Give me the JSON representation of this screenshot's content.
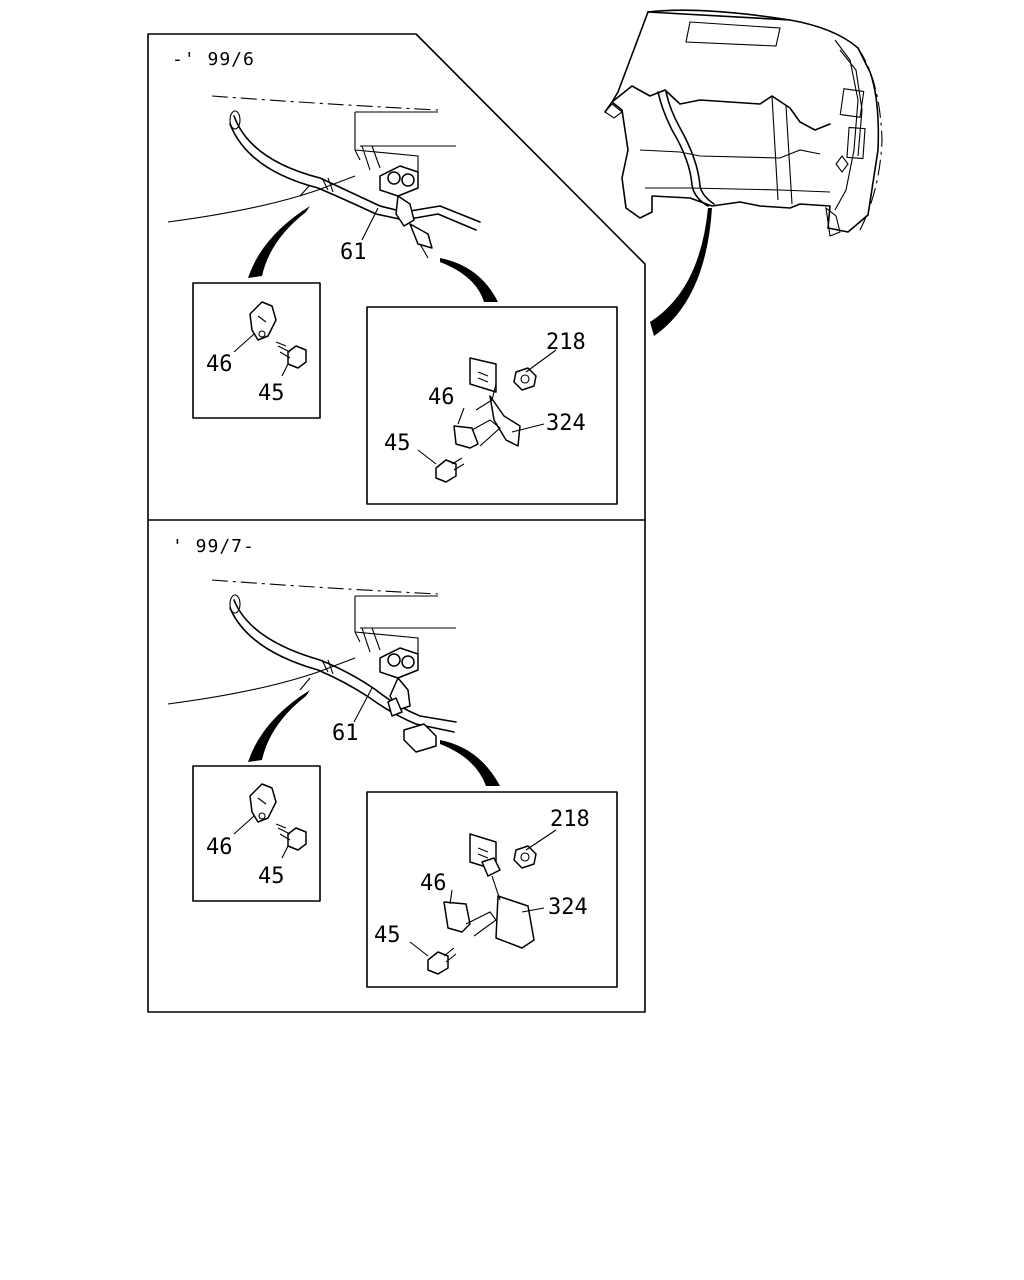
{
  "panels": [
    {
      "period": "-' 99/6",
      "callouts": {
        "hose": "61",
        "clip_left": "46",
        "bolt_left": "45",
        "nut": "218",
        "clip_right": "46",
        "bracket": "324",
        "bolt_right": "45"
      }
    },
    {
      "period": "' 99/7-",
      "callouts": {
        "hose": "61",
        "clip_left": "46",
        "bolt_left": "45",
        "nut": "218",
        "clip_right": "46",
        "bracket": "324",
        "bolt_right": "45"
      }
    }
  ],
  "icons": {
    "overview": "vehicle-front-overview-icon",
    "pointer": "detail-pointer-arrow-icon"
  },
  "colors": {
    "line": "#000000",
    "background": "#ffffff"
  }
}
